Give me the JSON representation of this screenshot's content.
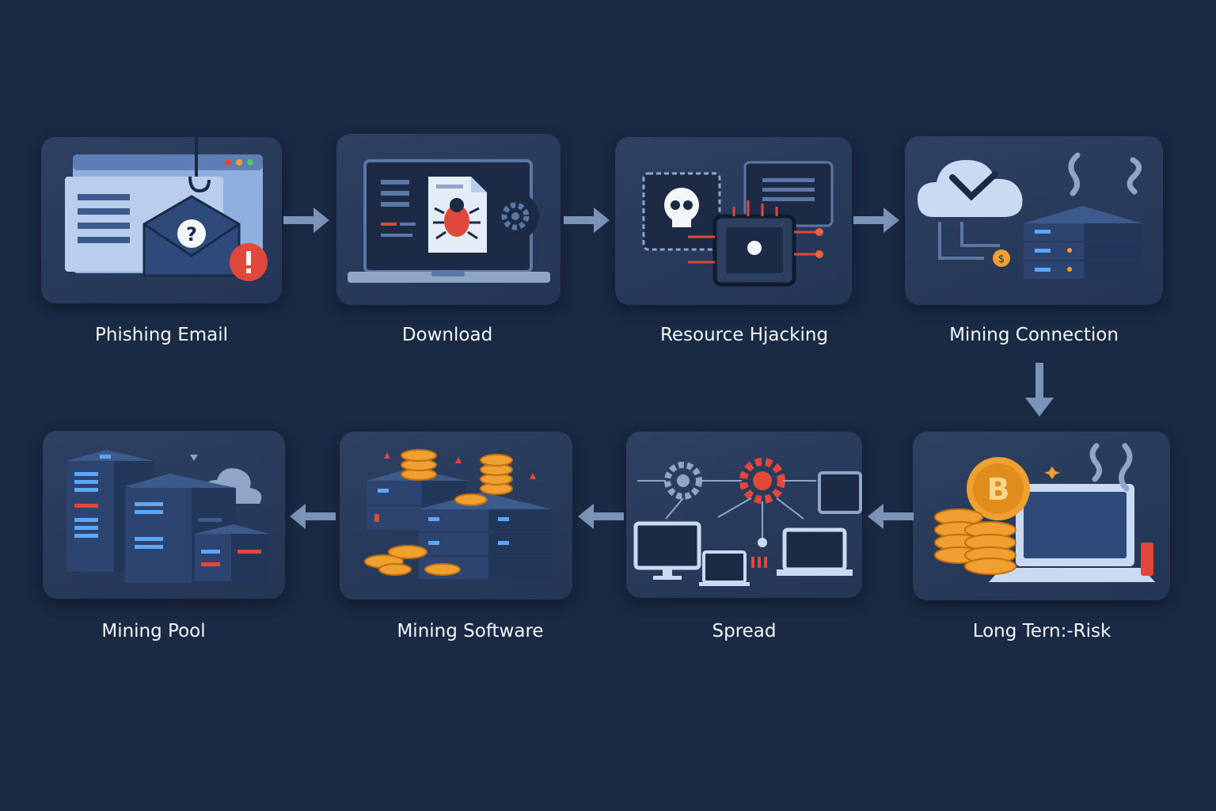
{
  "steps": [
    {
      "label": "Phishing Email",
      "icon": "phishing-email-icon"
    },
    {
      "label": "Download",
      "icon": "malware-download-icon"
    },
    {
      "label": "Resource Hjacking",
      "icon": "resource-hijack-icon"
    },
    {
      "label": "Mining Connection",
      "icon": "mining-connection-icon"
    },
    {
      "label": "Long Tern:-Risk",
      "icon": "long-term-risk-icon"
    },
    {
      "label": "Spread",
      "icon": "spread-network-icon"
    },
    {
      "label": "Mining Software",
      "icon": "mining-software-icon"
    },
    {
      "label": "Mining Pool",
      "icon": "mining-pool-icon"
    }
  ],
  "colors": {
    "background": "#1a2944",
    "card": "#2a3c5c",
    "accent_red": "#e0483a",
    "accent_orange": "#f0a030",
    "arrow": "#8fa6c8"
  }
}
